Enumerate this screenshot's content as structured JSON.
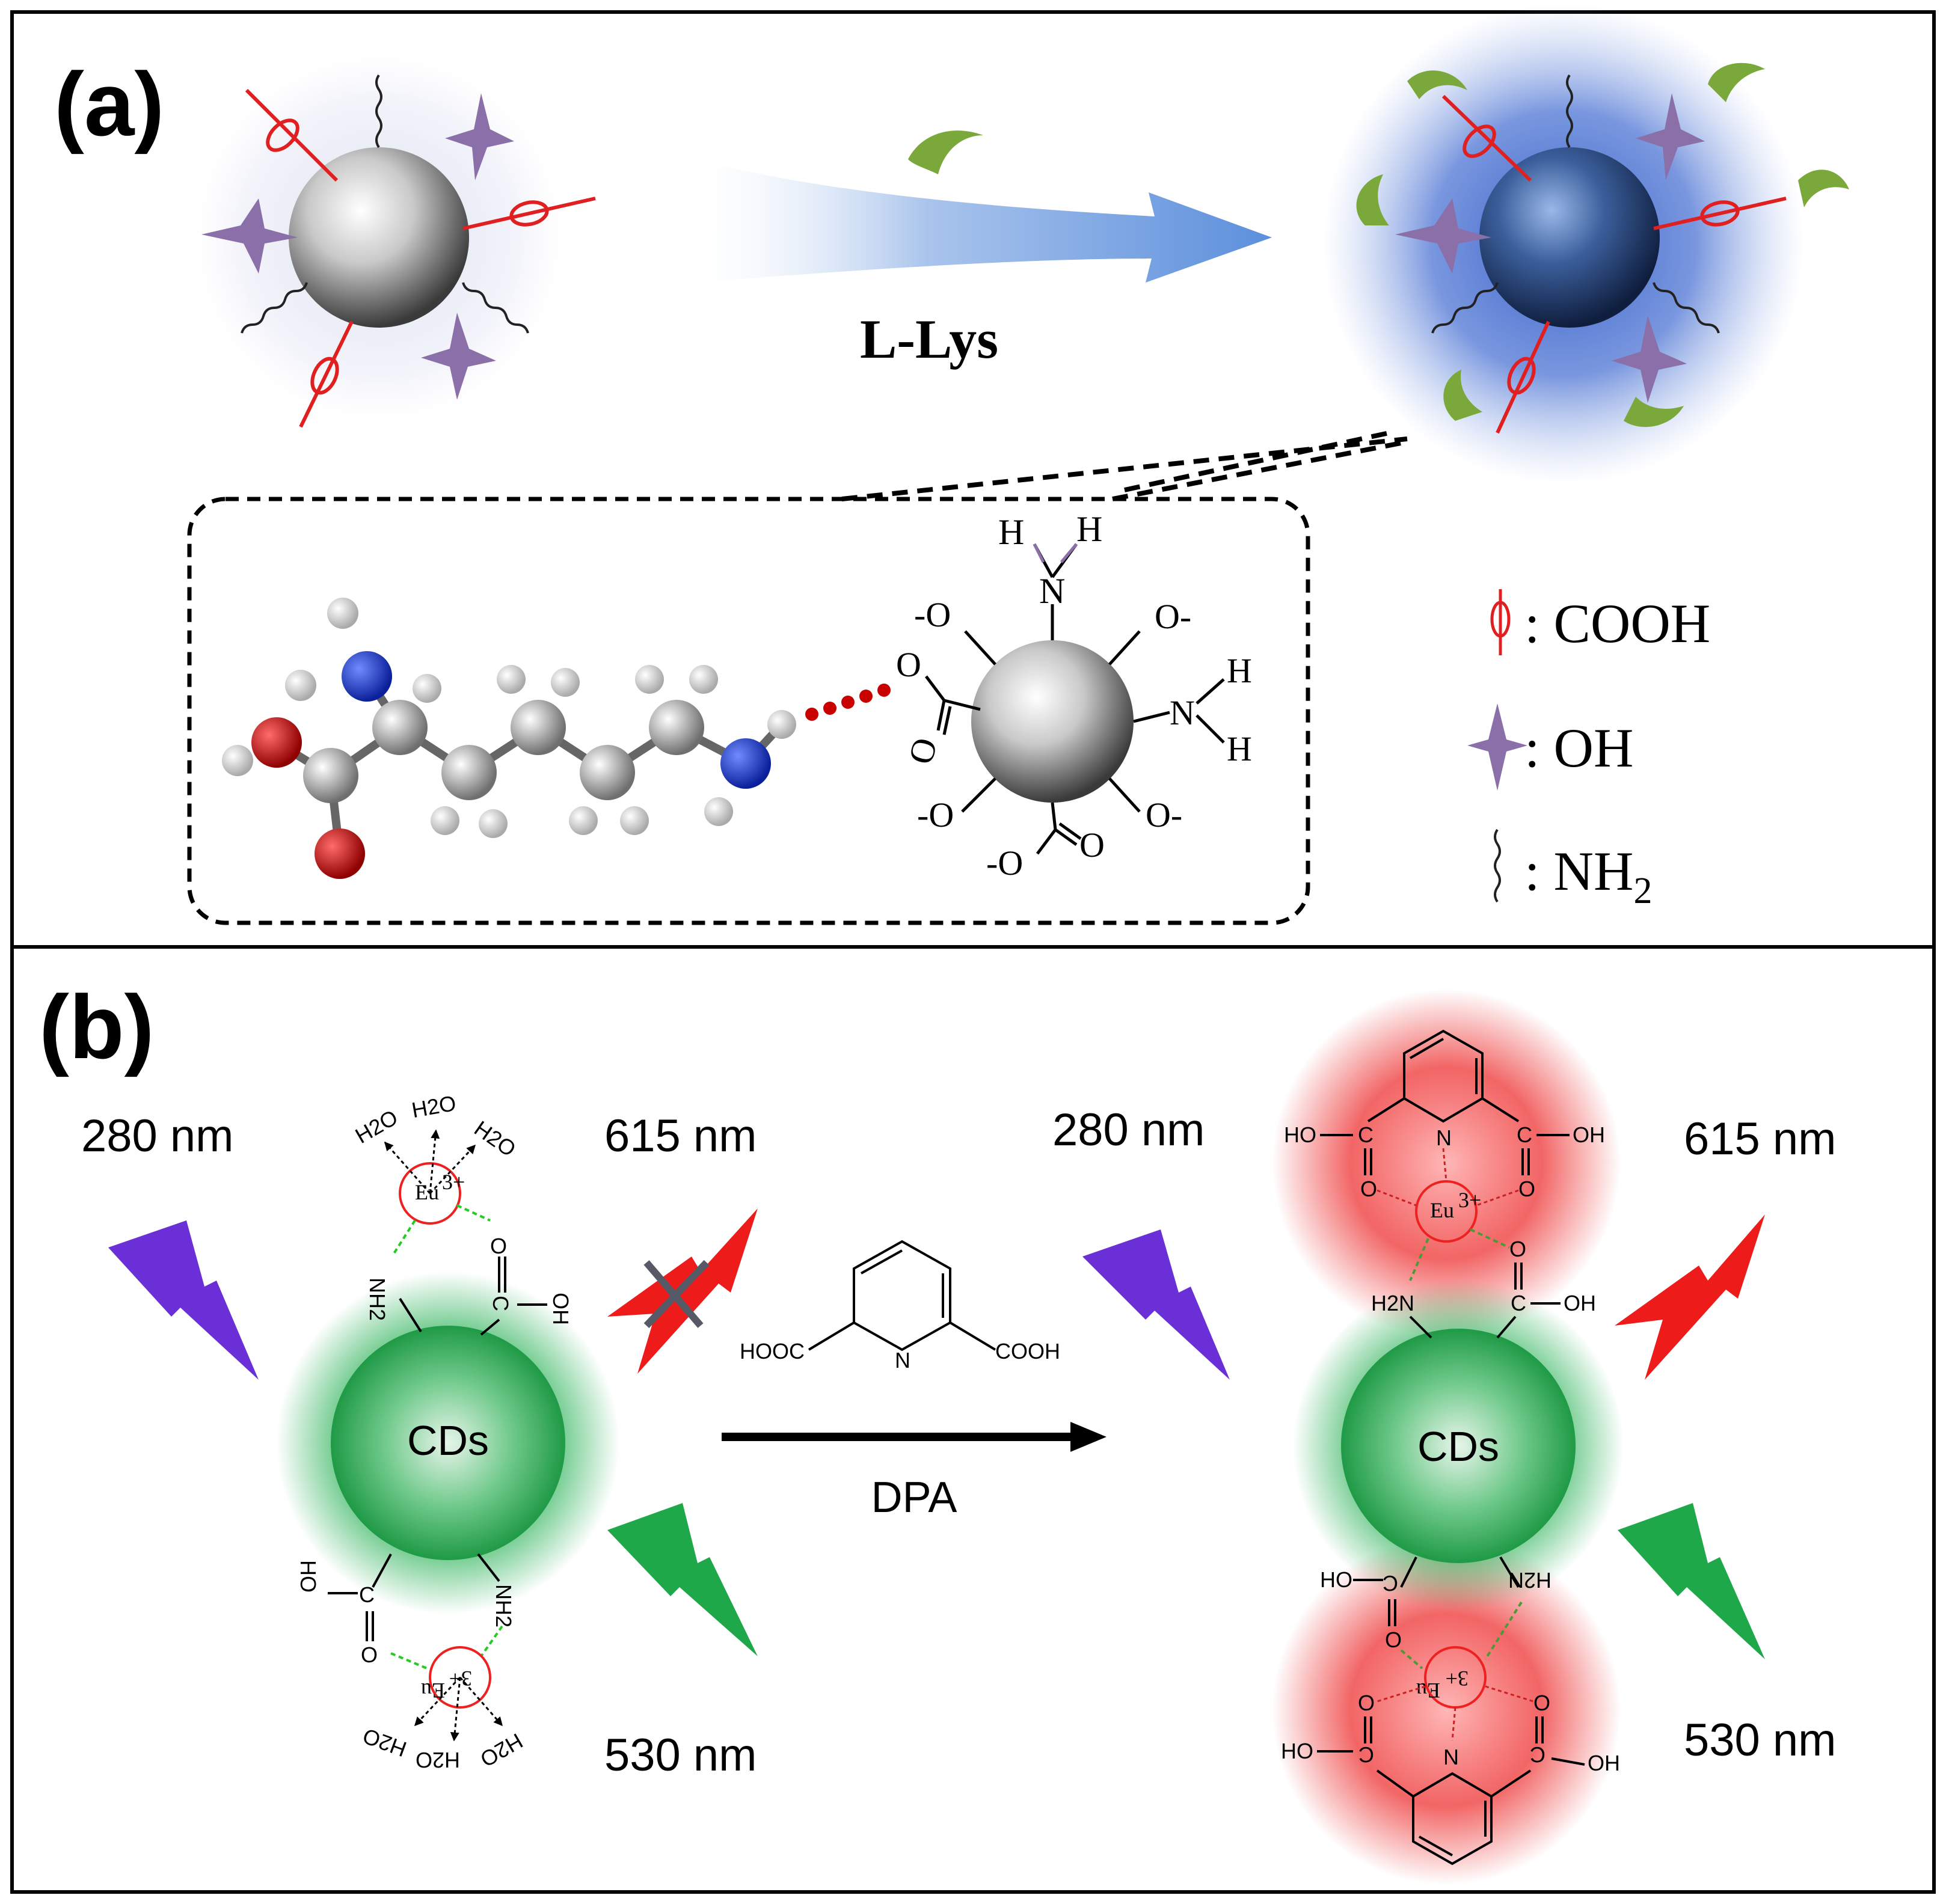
{
  "panel_a": {
    "label": "(a)",
    "arrow_label": "L-Lys",
    "legend": [
      {
        "icon": "cooh-group-icon",
        "text": ": COOH"
      },
      {
        "icon": "oh-group-icon",
        "text": ": OH"
      },
      {
        "icon": "nh2-group-icon",
        "text": ": NH",
        "sub": "2"
      }
    ],
    "zoom": {
      "H1": "H",
      "H2": "H",
      "N_top": "N",
      "O_minus_tl": "-O",
      "O_minus_tr": "O-",
      "N_right": "N",
      "H_r1": "H",
      "H_r2": "H",
      "O_left": "O",
      "O_carbonyl_left": "O",
      "O_minus_bl": "-O",
      "O_minus_br": "O-",
      "O_minus_bottom": "-O",
      "O_bottom": "O"
    },
    "colors": {
      "cooh": "#e02020",
      "oh": "#8a6fa8",
      "lys": "#7aa83a",
      "glow": "#3a64c8"
    }
  },
  "panel_b": {
    "label": "(b)",
    "left": {
      "excitation": "280 nm",
      "red_emission": "615 nm",
      "green_emission": "530 nm",
      "core": "CDs",
      "eu_top": "Eu",
      "eu_top_sup": "3+",
      "eu_bottom": "Eu",
      "eu_bottom_sup": "3+",
      "water": "H2O",
      "nh2": "NH2",
      "cooh_o": "O",
      "cooh_c": "C",
      "cooh_oh": "OH",
      "ho": "HO"
    },
    "reagent": {
      "hooc": "HOOC",
      "n": "N",
      "cooh": "COOH",
      "name": "DPA"
    },
    "right": {
      "excitation": "280 nm",
      "red_emission": "615 nm",
      "green_emission": "530 nm",
      "core": "CDs",
      "eu_top": "Eu",
      "eu_top_sup": "3+",
      "eu_bottom": "Eu",
      "eu_bottom_sup": "3+",
      "ho": "HO",
      "oh": "OH",
      "n": "N",
      "o": "O",
      "h2n": "H2N",
      "c": "C"
    },
    "colors": {
      "uv": "#6a2fd6",
      "red": "#ee1b1b",
      "green": "#1fa84a",
      "cd": "#2fb35a"
    }
  }
}
